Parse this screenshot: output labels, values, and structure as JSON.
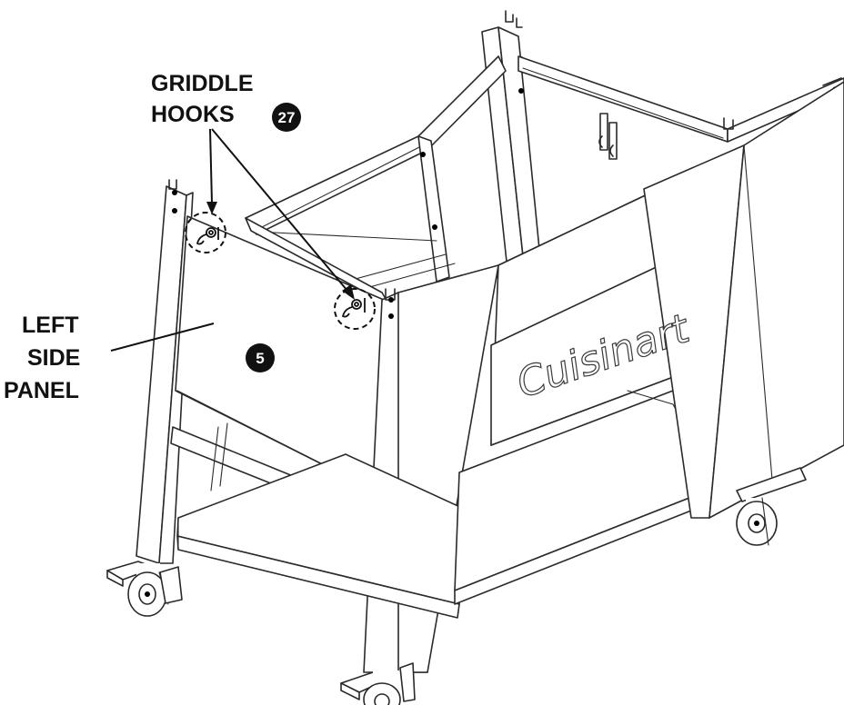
{
  "callouts": {
    "griddle_hooks": {
      "line1": "GRIDDLE",
      "line2": "HOOKS",
      "badge": "27"
    },
    "left_side_panel": {
      "line1": "LEFT",
      "line2": "SIDE",
      "line3": "PANEL",
      "badge": "5"
    }
  },
  "brand": {
    "logo_text": "Cuisinart"
  },
  "colors": {
    "ink": "#111111",
    "line": "#2a2a2a",
    "background": "#ffffff"
  }
}
